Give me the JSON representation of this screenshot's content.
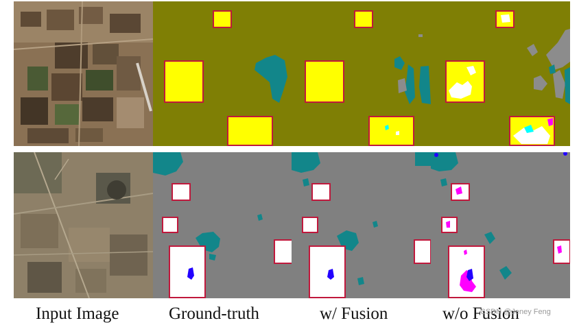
{
  "captions": {
    "input": "Input Image",
    "ground_truth": "Ground-truth",
    "with_fusion": "w/ Fusion",
    "without_fusion": "w/o Fusion"
  },
  "watermark": "CSDN @Jeney Feng",
  "colors": {
    "background_olive": "#7f7f05",
    "background_gray": "#808080",
    "class_yellow": "#ffff00",
    "class_teal": "#12868a",
    "class_white": "#ffffff",
    "class_magenta": "#ff00ff",
    "class_blue": "#2200ff",
    "class_cyan": "#00ffff",
    "class_light_gray": "#8c8c8c",
    "box_outline": "#c0183c"
  }
}
